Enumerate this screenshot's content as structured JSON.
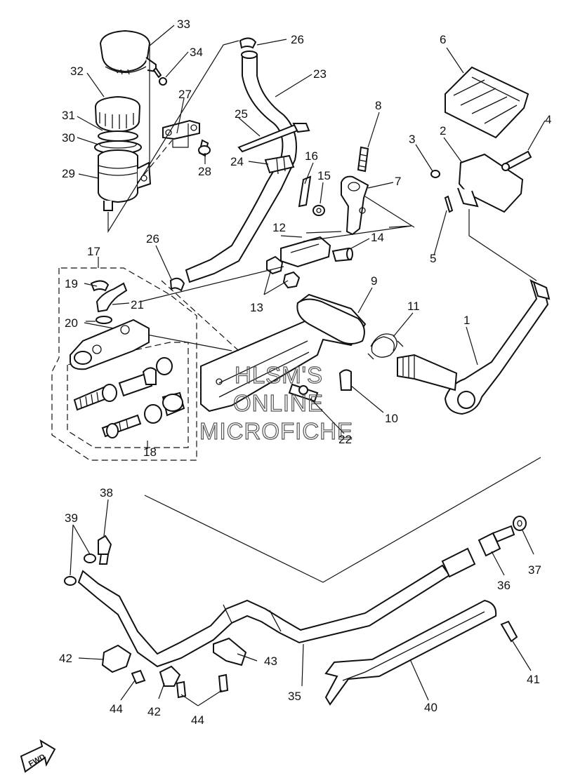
{
  "watermark": {
    "line1": "HLSM'S",
    "line2": "ONLINE",
    "line3": "MICROFICHE"
  },
  "fwd_label": "FWD",
  "callouts": {
    "c1": "1",
    "c2": "2",
    "c3": "3",
    "c4": "4",
    "c5": "5",
    "c6": "6",
    "c7": "7",
    "c8": "8",
    "c9": "9",
    "c10": "10",
    "c11": "11",
    "c12": "12",
    "c13": "13",
    "c14": "14",
    "c15": "15",
    "c16": "16",
    "c17": "17",
    "c18": "18",
    "c19": "19",
    "c20": "20",
    "c21": "21",
    "c22": "22",
    "c23": "23",
    "c24": "24",
    "c25": "25",
    "c26a": "26",
    "c26b": "26",
    "c27": "27",
    "c28": "28",
    "c29": "29",
    "c30": "30",
    "c31": "31",
    "c32": "32",
    "c33": "33",
    "c34": "34",
    "c35": "35",
    "c36": "36",
    "c37": "37",
    "c38": "38",
    "c39": "39",
    "c40": "40",
    "c41": "41",
    "c42a": "42",
    "c42b": "42",
    "c43": "43",
    "c44a": "44",
    "c44b": "44"
  },
  "colors": {
    "line": "#111111",
    "background": "#ffffff",
    "watermark": "#555555"
  }
}
